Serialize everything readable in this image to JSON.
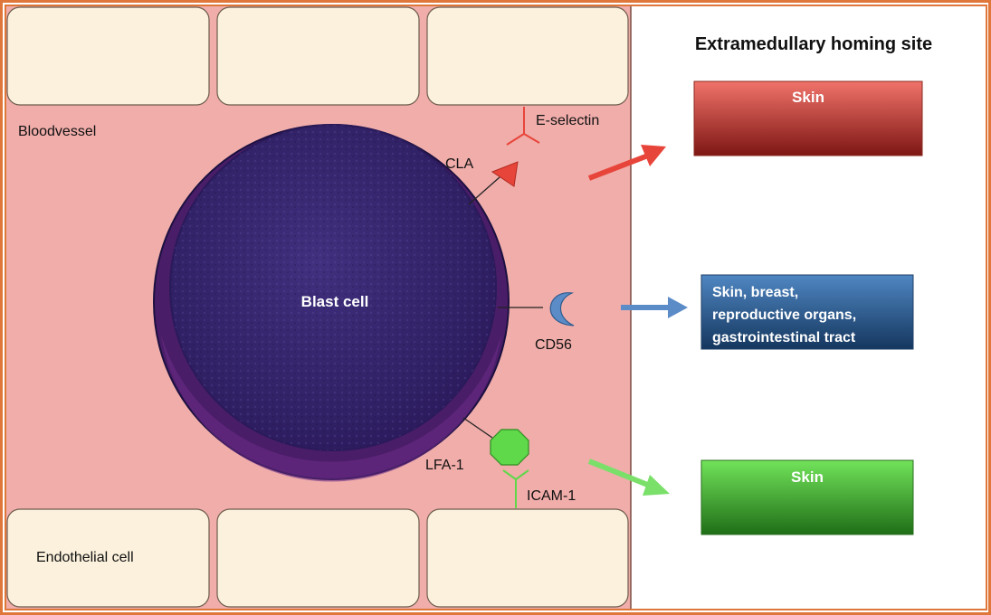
{
  "title": "Extramedullary homing site",
  "labels": {
    "blood_vessel": "Bloodvessel",
    "endothelial_cell": "Endothelial cell",
    "blast_cell": "Blast cell",
    "e_selectin": "E-selectin",
    "cla": "CLA",
    "cd56": "CD56",
    "lfa1": "LFA-1",
    "icam1": "ICAM-1"
  },
  "sites": {
    "red": {
      "label": "Skin",
      "color": "#c0392b"
    },
    "blue": {
      "lines": [
        "Skin, breast,",
        "reproductive organs,",
        "gastrointestinal tract"
      ],
      "color": "#2e5f94"
    },
    "green": {
      "label": "Skin",
      "color": "#3aa52a"
    }
  },
  "colors": {
    "frame": "#e0773a",
    "vessel": "#f0adaa",
    "endothelium": "#fbf1dc",
    "blast_outer": "#4a1d68",
    "blast_inner": "#3a2472",
    "cla": "#e8453a",
    "cd56": "#5c8cc8",
    "lfa1": "#5fd84a"
  }
}
